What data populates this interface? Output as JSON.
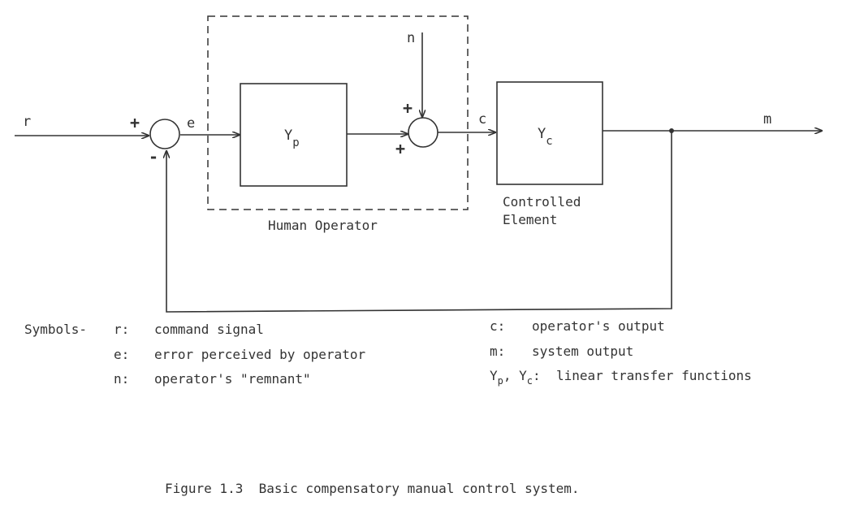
{
  "signals": {
    "r": "r",
    "e": "e",
    "n": "n",
    "c": "c",
    "m": "m"
  },
  "blocks": {
    "operator_tf": {
      "main": "Y",
      "sub": "p"
    },
    "controlled_tf": {
      "main": "Y",
      "sub": "c"
    }
  },
  "signs": {
    "sum1_plus": "+",
    "sum1_minus": "-",
    "sum2_top_plus": "+",
    "sum2_left_plus": "+"
  },
  "labels": {
    "human_operator": "Human Operator",
    "controlled_line1": "Controlled",
    "controlled_line2": "Element"
  },
  "symbols": {
    "heading": "Symbols-",
    "left": [
      {
        "key": "r:",
        "desc": "command signal"
      },
      {
        "key": "e:",
        "desc": "error perceived by operator"
      },
      {
        "key": "n:",
        "desc": "operator's \"remnant\""
      }
    ],
    "right": [
      {
        "key": "c:",
        "desc": "operator's output"
      },
      {
        "key": "m:",
        "desc": "system output"
      }
    ],
    "tf_entry": {
      "y1": "Y",
      "s1": "p",
      "comma": ",",
      "y2": "Y",
      "s2": "c",
      "colon": ":",
      "desc": "linear transfer functions"
    }
  },
  "caption": "Figure 1.3  Basic compensatory manual control system."
}
